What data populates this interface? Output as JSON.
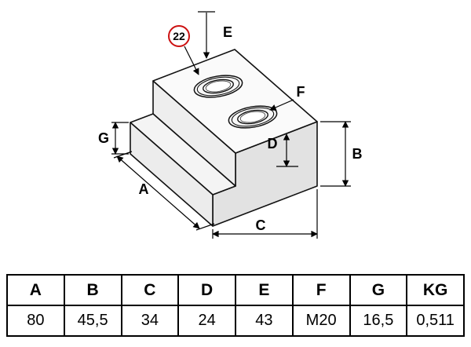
{
  "drawing": {
    "balloon_value": "22",
    "balloon_color": "#cc1111",
    "dim_labels": {
      "A": "A",
      "B": "B",
      "C": "C",
      "D": "D",
      "E": "E",
      "F": "F",
      "G": "G"
    }
  },
  "table": {
    "headers": [
      "A",
      "B",
      "C",
      "D",
      "E",
      "F",
      "G",
      "KG"
    ],
    "values": [
      "80",
      "45,5",
      "34",
      "24",
      "43",
      "M20",
      "16,5",
      "0,511"
    ]
  }
}
